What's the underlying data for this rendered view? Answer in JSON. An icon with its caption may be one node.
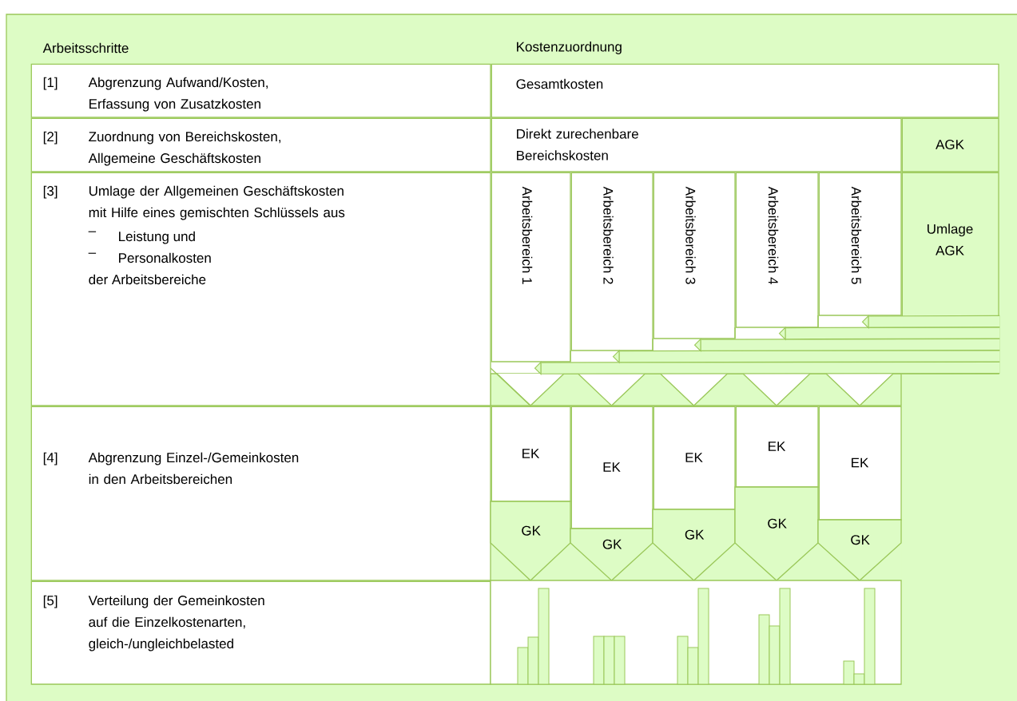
{
  "diagram": {
    "nodes": [
      {
        "text": [
          "[1]",
          "Abgrenzung Aufwand/Kosten, Erfassung von Zusatzkosten"
        ]
      },
      {
        "text": [
          "Gesamtkosten"
        ]
      },
      {
        "text": [
          "[2]",
          "Zuordnung von Bereichskosten, Allgemeine Geschäftskosten"
        ]
      },
      {
        "text": [
          "Direkt zurechenbare Bereichskosten"
        ]
      },
      {
        "text": [
          "AGK"
        ]
      },
      {
        "text": [
          "[3]",
          "Umlage der Allgemeinen Geschäftskosten mit Hilfe eines gemischten Schlüssels aus",
          "–",
          "Leistung und",
          "–",
          "Personalkosten",
          "der Arbeitsbereiche"
        ]
      },
      {
        "text": [
          "Arbeitsbereich 1"
        ]
      },
      {
        "text": [
          "Arbeitsbereich 2"
        ]
      },
      {
        "text": [
          "Arbeitsbereich 3"
        ]
      },
      {
        "text": [
          "Arbeitsbereich 4"
        ]
      },
      {
        "text": [
          "Arbeitsbereich 5"
        ]
      },
      {
        "text": [
          "Umlage AGK"
        ]
      },
      {
        "text": [
          "[4]",
          "Abgrenzung Einzel-/Gemeinkosten in den Arbeitsbereichen"
        ]
      },
      {
        "text": [
          "EK"
        ]
      },
      {
        "text": [
          "EK"
        ]
      },
      {
        "text": [
          "EK"
        ]
      },
      {
        "text": [
          "EK"
        ]
      },
      {
        "text": [
          "EK"
        ]
      },
      {
        "text": [
          "GK"
        ]
      },
      {
        "text": [
          "GK"
        ]
      },
      {
        "text": [
          "GK"
        ]
      },
      {
        "text": [
          "GK"
        ]
      },
      {
        "text": [
          "GK"
        ]
      },
      {
        "text": [
          "[5]",
          "Verteilung der Gemeinkosten auf die Einzelkostenarten, gleich-/ungleichbelasted"
        ]
      }
    ],
    "edges": [
      {
        "from": 11,
        "to": 6,
        "arrow": "to"
      },
      {
        "from": 11,
        "to": 7,
        "arrow": "to"
      },
      {
        "from": 11,
        "to": 8,
        "arrow": "to"
      },
      {
        "from": 11,
        "to": 9,
        "arrow": "to"
      },
      {
        "from": 11,
        "to": 10,
        "arrow": "to"
      }
    ],
    "labels": [
      "Arbeitsschritte",
      "Kostenzuordnung"
    ]
  }
}
